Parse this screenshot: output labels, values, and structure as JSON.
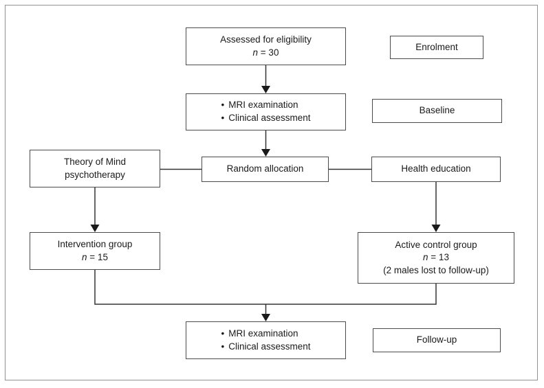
{
  "bullet": "•",
  "colors": {
    "background": "#ffffff",
    "frame_border": "#919191",
    "box_border": "#4a4a4a",
    "connector_line": "#333333",
    "arrowhead": "#1a1a1a",
    "text": "#1a1a1a"
  },
  "boxes": {
    "assessed": {
      "line1": "Assessed for eligibility",
      "n_italic": "n",
      "n_rest": " = 30"
    },
    "baseline_assessment": {
      "items": [
        "MRI examination",
        "Clinical assessment"
      ]
    },
    "theory": {
      "line1": "Theory of Mind",
      "line2": "psychotherapy"
    },
    "random_allocation": {
      "label": "Random allocation"
    },
    "health_education": {
      "label": "Health education"
    },
    "intervention": {
      "line1": "Intervention group",
      "n_italic": "n",
      "n_rest": " = 15"
    },
    "active_control": {
      "line1": "Active control group",
      "n_italic": "n",
      "n_rest": " = 13",
      "line3": "(2 males lost to follow-up)"
    },
    "followup_assessment": {
      "items": [
        "MRI examination",
        "Clinical assessment"
      ]
    }
  },
  "stage_labels": {
    "enrolment": "Enrolment",
    "baseline": "Baseline",
    "followup": "Follow-up"
  }
}
